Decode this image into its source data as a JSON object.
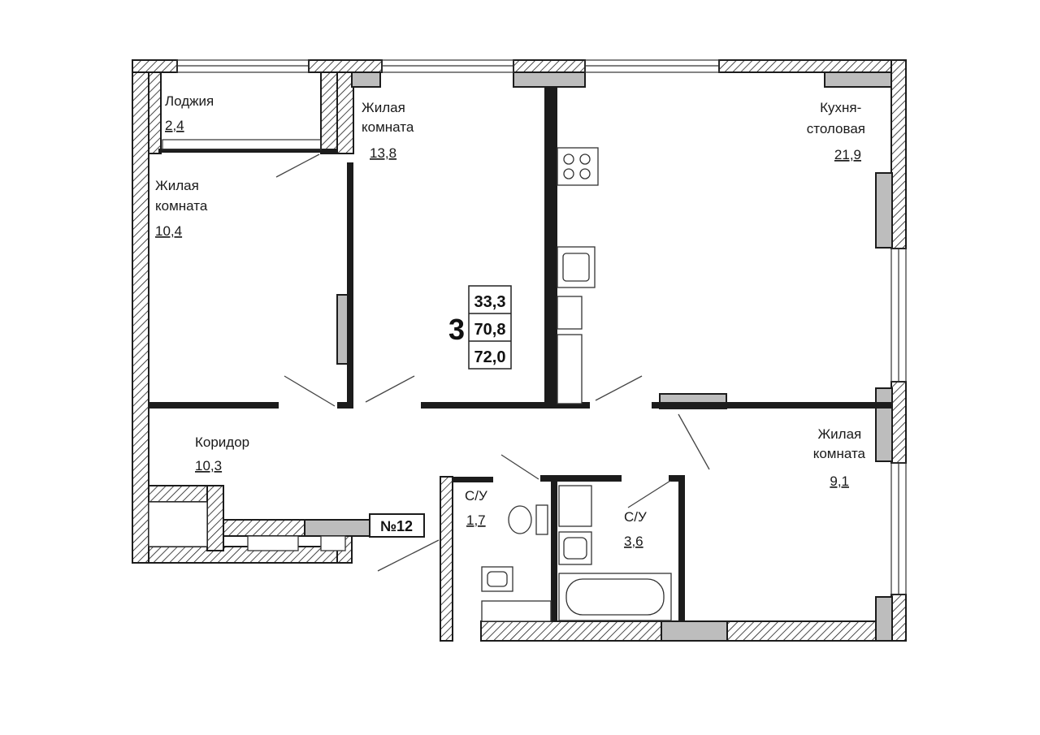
{
  "plan": {
    "rooms": [
      {
        "name": "Лоджия",
        "area": "2,4"
      },
      {
        "name": "Жилая\nкомната",
        "area": "13,8"
      },
      {
        "name": "Кухня-\nстоловая",
        "area": "21,9"
      },
      {
        "name": "Жилая\nкомната",
        "area": "10,4"
      },
      {
        "name": "Коридор",
        "area": "10,3"
      },
      {
        "name": "С/У",
        "area": "1,7"
      },
      {
        "name": "С/У",
        "area": "3,6"
      },
      {
        "name": "Жилая\nкомната",
        "area": "9,1"
      }
    ],
    "rooms_count": "3",
    "area_living": "33,3",
    "area_total": "70,8",
    "area_with_loggia": "72,0",
    "apartment_number": "№12"
  }
}
